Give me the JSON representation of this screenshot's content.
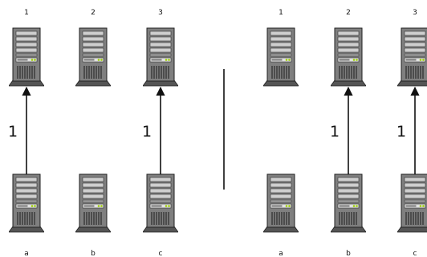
{
  "panels": [
    {
      "top_servers": [
        {
          "label": "1"
        },
        {
          "label": "2"
        },
        {
          "label": "3"
        }
      ],
      "bottom_servers": [
        {
          "label": "a"
        },
        {
          "label": "b"
        },
        {
          "label": "c"
        }
      ],
      "arrows": [
        {
          "from": 0,
          "to": 0,
          "label": "1"
        },
        {
          "from": 2,
          "to": 2,
          "label": "1"
        }
      ]
    },
    {
      "top_servers": [
        {
          "label": "1"
        },
        {
          "label": "2"
        },
        {
          "label": "3"
        }
      ],
      "bottom_servers": [
        {
          "label": "a"
        },
        {
          "label": "b"
        },
        {
          "label": "c"
        }
      ],
      "arrows": [
        {
          "from": 1,
          "to": 1,
          "label": "1"
        },
        {
          "from": 2,
          "to": 2,
          "label": "1"
        }
      ]
    }
  ]
}
